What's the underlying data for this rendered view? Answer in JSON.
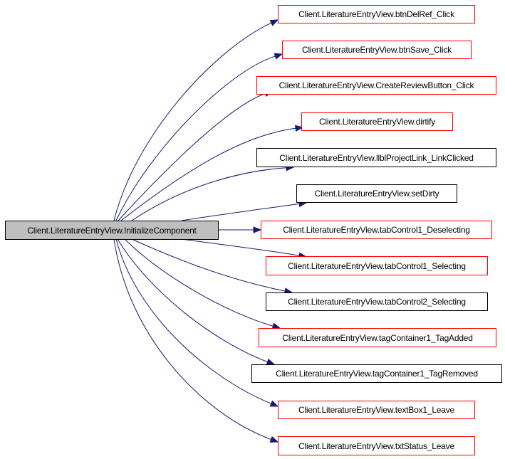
{
  "source": {
    "label": "Client.LiteratureEntryView.InitializeComponent",
    "fill": "#bfbfbf",
    "border": "#000000"
  },
  "edge_color": "#191970",
  "targets": [
    {
      "label": "Client.LiteratureEntryView.btnDelRef_Click",
      "border": "#ff0000"
    },
    {
      "label": "Client.LiteratureEntryView.btnSave_Click",
      "border": "#ff0000"
    },
    {
      "label": "Client.LiteratureEntryView.CreateReviewButton_Click",
      "border": "#ff0000"
    },
    {
      "label": "Client.LiteratureEntryView.dirtify",
      "border": "#ff0000"
    },
    {
      "label": "Client.LiteratureEntryView.llblProjectLink_LinkClicked",
      "border": "#000000"
    },
    {
      "label": "Client.LiteratureEntryView.setDirty",
      "border": "#000000"
    },
    {
      "label": "Client.LiteratureEntryView.tabControl1_Deselecting",
      "border": "#ff0000"
    },
    {
      "label": "Client.LiteratureEntryView.tabControl1_Selecting",
      "border": "#ff0000"
    },
    {
      "label": "Client.LiteratureEntryView.tabControl2_Selecting",
      "border": "#000000"
    },
    {
      "label": "Client.LiteratureEntryView.tagContainer1_TagAdded",
      "border": "#ff0000"
    },
    {
      "label": "Client.LiteratureEntryView.tagContainer1_TagRemoved",
      "border": "#000000"
    },
    {
      "label": "Client.LiteratureEntryView.textBox1_Leave",
      "border": "#ff0000"
    },
    {
      "label": "Client.LiteratureEntryView.txtStatus_Leave",
      "border": "#ff0000"
    }
  ]
}
